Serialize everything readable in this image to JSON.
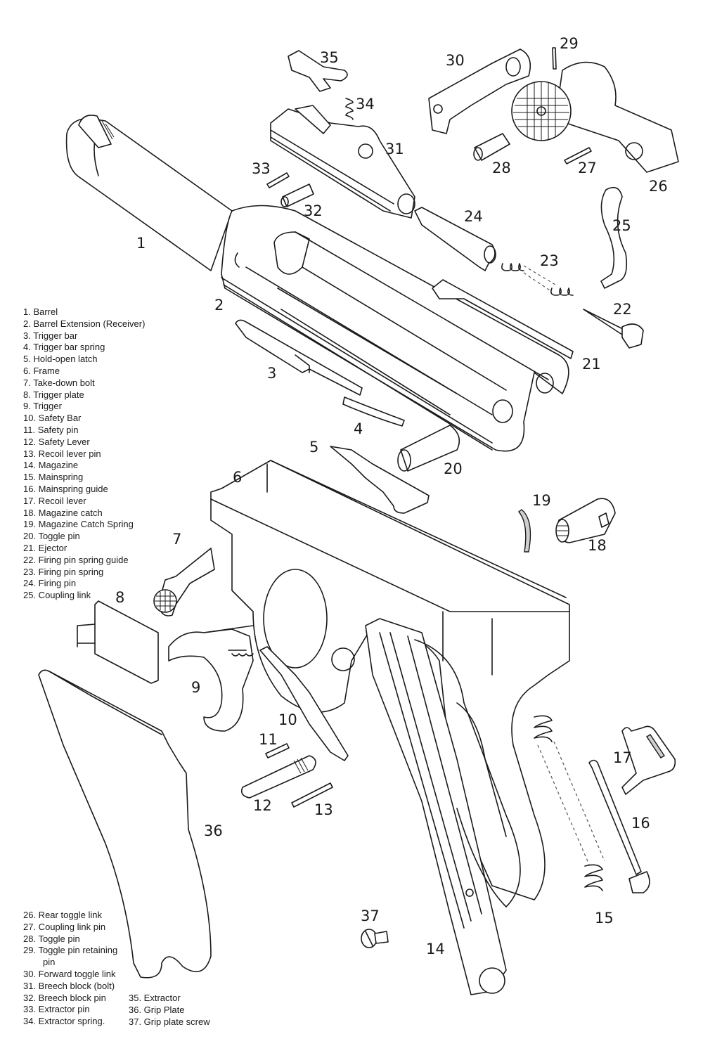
{
  "diagram": {
    "subject": "Exploded parts diagram of a toggle-lock pistol",
    "callouts": [
      "1",
      "2",
      "3",
      "4",
      "5",
      "6",
      "7",
      "8",
      "9",
      "10",
      "11",
      "12",
      "13",
      "14",
      "15",
      "16",
      "17",
      "18",
      "19",
      "20",
      "21",
      "22",
      "23",
      "24",
      "25",
      "26",
      "27",
      "28",
      "29",
      "30",
      "31",
      "32",
      "33",
      "34",
      "35",
      "36",
      "37"
    ]
  },
  "legend_top": [
    "1. Barrel",
    "2. Barrel Extension (Receiver)",
    "3. Trigger bar",
    "4. Trigger bar spring",
    "5. Hold-open latch",
    "6. Frame",
    "7. Take-down bolt",
    "8. Trigger plate",
    "9. Trigger",
    "10. Safety Bar",
    "11. Safety pin",
    "12. Safety Lever",
    "13. Recoil lever pin",
    "14. Magazine",
    "15. Mainspring",
    "16. Mainspring guide",
    "17. Recoil lever",
    "18. Magazine catch",
    "19. Magazine Catch Spring",
    "20. Toggle pin",
    "21. Ejector",
    "22. Firing pin spring guide",
    "23. Firing pin spring",
    "24. Firing pin",
    "25. Coupling link"
  ],
  "legend_bottom_left": [
    "26. Rear toggle link",
    "27. Coupling link pin",
    "28. Toggle pin",
    "29. Toggle pin retaining",
    "pin",
    "30. Forward toggle link",
    "31. Breech block (bolt)",
    "32. Breech block pin",
    "33. Extractor pin",
    "34. Extractor spring."
  ],
  "legend_bottom_right": [
    "35. Extractor",
    "36. Grip Plate",
    "37. Grip plate screw"
  ]
}
